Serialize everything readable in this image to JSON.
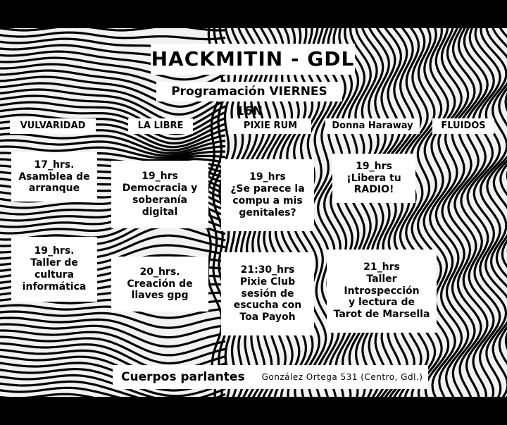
{
  "title": "HACKMITIN - GDL",
  "subtitle": "Programación VIERNES 16N",
  "rooms": [
    "VULVARIDAD",
    "LA LIBRE",
    "PIXIE RUM",
    "Donna Haraway",
    "FLUIDOS"
  ],
  "events": {
    "vulvaridad_1": [
      "17_hrs.",
      "Asamblea de",
      "arranque"
    ],
    "vulvaridad_2": [
      "19_hrs.",
      "Taller de",
      "cultura",
      "informática"
    ],
    "libre_1": [
      "19_hrs",
      "Democracia y",
      "soberanía",
      "digital"
    ],
    "libre_2": [
      "20_hrs.",
      "Creación de",
      "llaves gpg"
    ],
    "pixie_1": [
      "19_hrs",
      "¿Se parece la",
      "compu a mis",
      "genitales?"
    ],
    "pixie_2": [
      "21:30_hrs",
      "Pixie Club",
      "sesión de",
      "escucha con",
      "Toa Payoh"
    ],
    "donna_1": [
      "19_hrs",
      "¡Libera tu",
      "RADIO!"
    ],
    "donna_2": [
      "21_hrs",
      "Taller",
      "Introspección",
      "y lectura de",
      "Tarot de Marsella"
    ]
  },
  "footer": {
    "venue": "Cuerpos parlantes",
    "address": "González Ortega 531 (Centro, Gdl.)"
  }
}
